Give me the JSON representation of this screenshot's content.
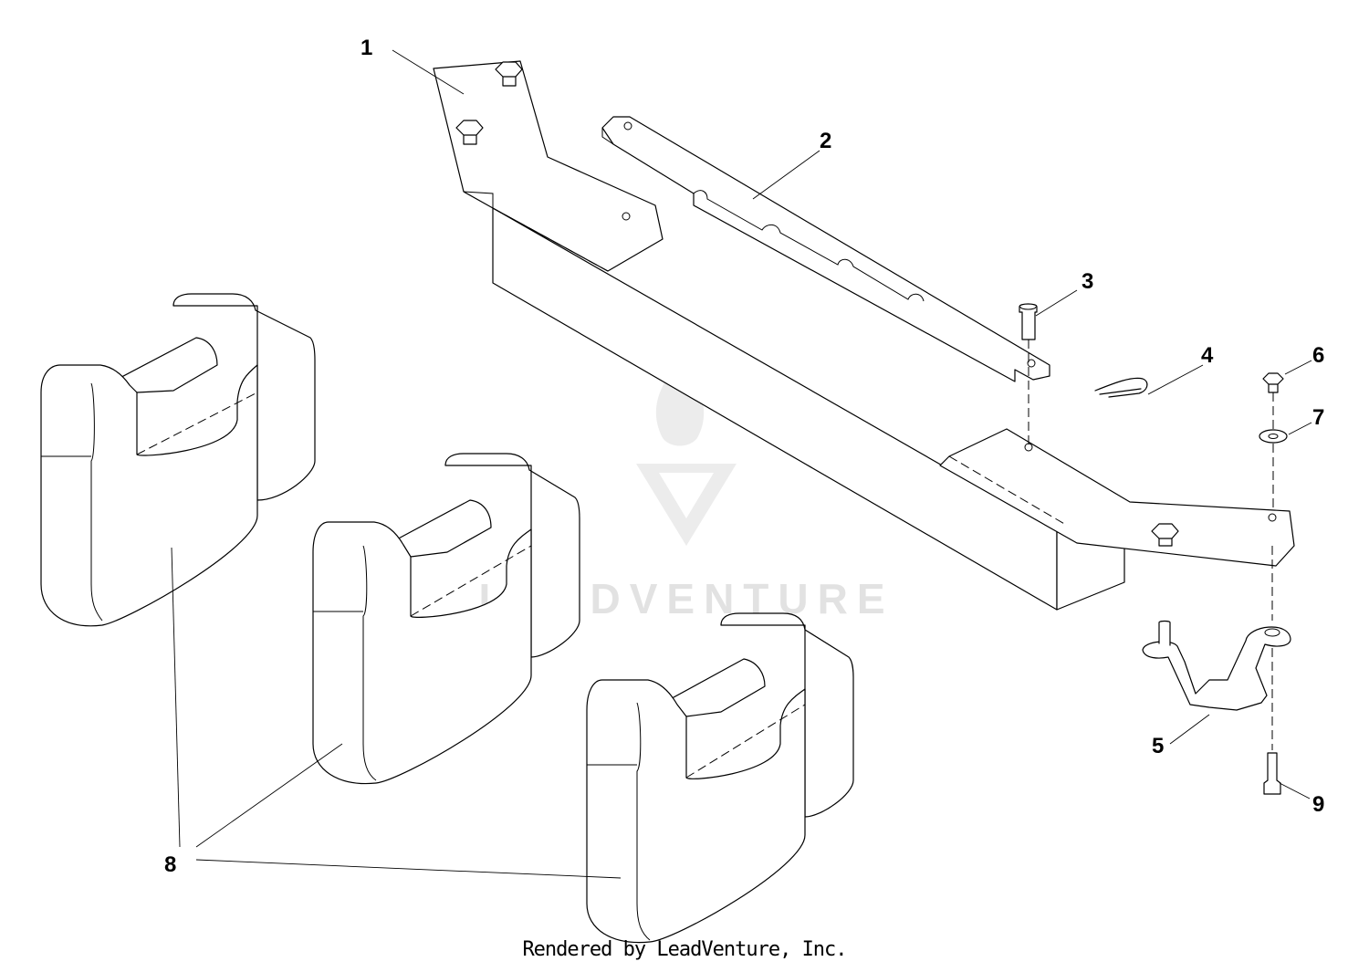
{
  "watermark": {
    "text": "LEADVENTURE"
  },
  "footer": {
    "text": "Rendered by LeadVenture, Inc."
  },
  "callouts": [
    "1",
    "2",
    "3",
    "4",
    "5",
    "6",
    "7",
    "8",
    "9"
  ]
}
